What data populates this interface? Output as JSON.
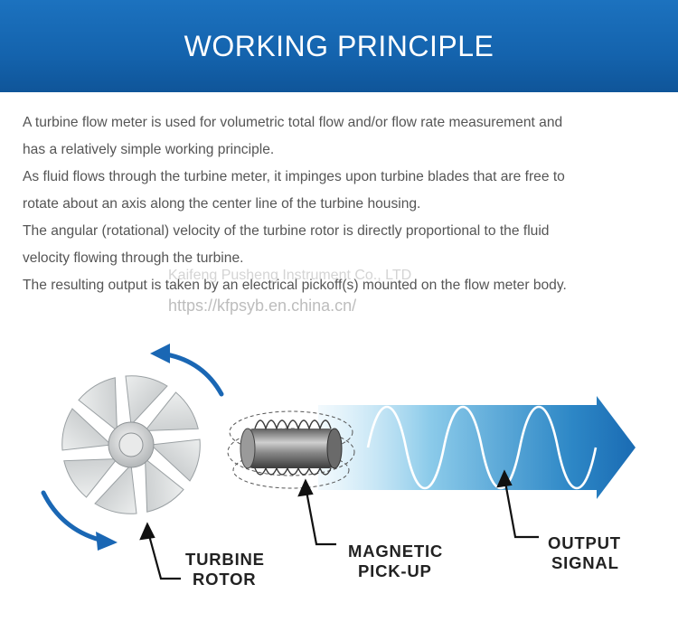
{
  "header": {
    "title": "WORKING PRINCIPLE"
  },
  "body": {
    "lines": [
      "A turbine flow meter is used for volumetric total flow and/or flow rate measurement and",
      "has a relatively simple working principle.",
      "As fluid flows through the turbine meter, it impinges upon turbine blades that are free to",
      "rotate about an axis along the center line of the turbine housing.",
      "The angular (rotational) velocity of the turbine rotor is directly proportional to the fluid",
      "velocity flowing through the turbine.",
      "The resulting output is taken by an electrical pickoff(s) mounted on the flow meter body."
    ]
  },
  "watermark": {
    "company": "Kaifeng Pusheng Instrument Co., LTD",
    "url": "https://kfpsyb.en.china.cn/"
  },
  "diagram": {
    "labels": {
      "turbine_rotor": [
        "TURBINE",
        "ROTOR"
      ],
      "magnetic_pickup": [
        "MAGNETIC",
        "PICK-UP"
      ],
      "output_signal": [
        "OUTPUT",
        "SIGNAL"
      ]
    },
    "colors": {
      "banner": "#1565b0",
      "rotation_arrow": "#1a67b4",
      "signal_arrow": "#1a6bb3",
      "wave": "#ffffff",
      "rotor_blade": "#d6d8d9"
    },
    "icons": [
      "turbine-rotor-icon",
      "magnetic-coil-icon",
      "signal-arrow-icon",
      "rotation-arrow-icon"
    ]
  }
}
